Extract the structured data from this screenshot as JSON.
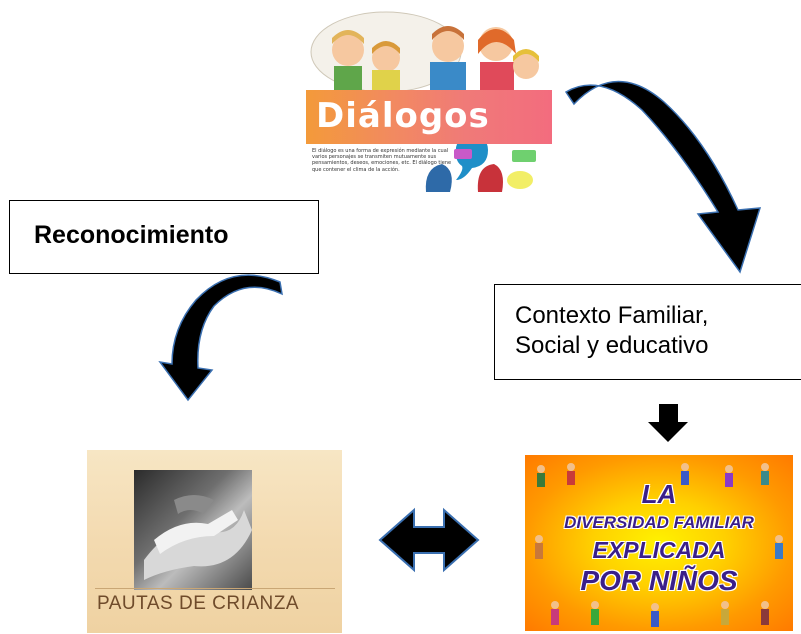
{
  "dialogos": {
    "title": "Diálogos",
    "description": "El diálogo es una forma de expresión mediante la cual varios personajes se transmiten mutuamente sus pensamientos, deseos, emociones, etc. El diálogo tiene que contener el clima de la acción."
  },
  "boxes": {
    "reconocimiento": "Reconocimiento",
    "contexto": "Contexto Familiar,\nSocial y educativo"
  },
  "pautas": {
    "title": "PAUTAS DE CRIANZA"
  },
  "diversidad": {
    "line1": "LA",
    "line2": "DIVERSIDAD FAMILIAR",
    "line3": "EXPLICADA",
    "line4": "POR NIÑOS"
  },
  "colors": {
    "arrow": "#000000",
    "arrow_highlight": "#3a6fb0"
  }
}
